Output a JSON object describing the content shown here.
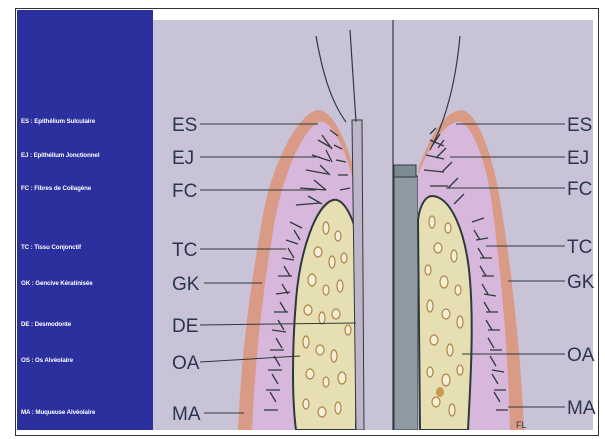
{
  "legend": [
    {
      "text": "ES : Epithélium Sulculaire"
    },
    {
      "text": "EJ : Epithélium Jonctionnel"
    },
    {
      "text": "FC : Fibres de Collagène"
    },
    {
      "text": "TC : Tissu Conjonctif"
    },
    {
      "text": "GK : Gencive Kératinisée"
    },
    {
      "text": "DE : Desmodonte"
    },
    {
      "text": "OS : Os Alvéolaire"
    },
    {
      "text": "MA : Muqueuse Alvéolaire"
    }
  ],
  "left_labels": [
    "ES",
    "EJ",
    "FC",
    "TC",
    "GK",
    "DE",
    "OA",
    "MA"
  ],
  "right_labels": [
    "ES",
    "EJ",
    "FC",
    "TC",
    "GK",
    "OA",
    "MA"
  ],
  "signature": "FL",
  "colors": {
    "panel": "#2c2f9e",
    "background": "#c9c3d8",
    "mucosa_outer": "#d99a86",
    "gingiva_inner": "#d7b8dc",
    "bone": "#e6dfb4",
    "bone_spots": "#c89a52",
    "tooth": "#8f9aa4",
    "fibers": "#2e3a3a"
  }
}
